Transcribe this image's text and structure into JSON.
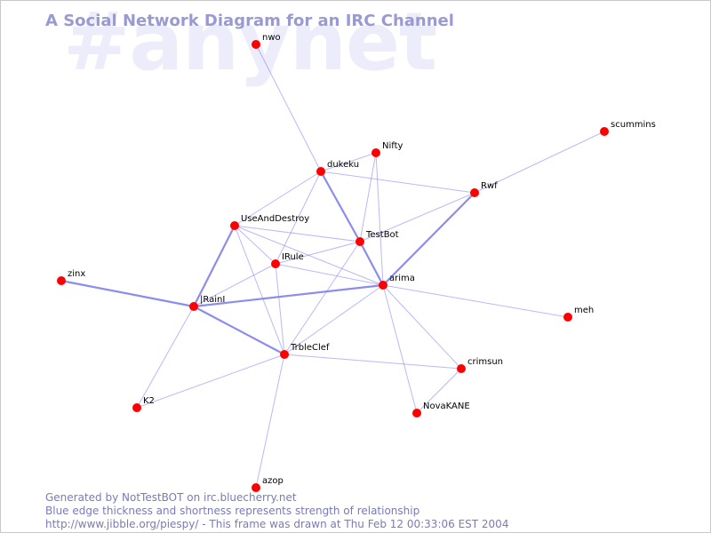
{
  "watermark": "#anynet",
  "title": "A Social Network Diagram for an IRC Channel",
  "footer": {
    "line1": "Generated by NotTestBOT on irc.bluecherry.net",
    "line2": "Blue edge thickness and shortness represents strength of relationship",
    "line3": "http://www.jibble.org/piespy/ - This frame was drawn at Thu Feb 12 00:33:06 EST 2004"
  },
  "colors": {
    "node": "#ff0000",
    "edge": "#8080ee"
  },
  "nodes": [
    {
      "id": "nwo",
      "label": "nwo"
    },
    {
      "id": "scummins",
      "label": "scummins"
    },
    {
      "id": "Nifty",
      "label": "Nifty"
    },
    {
      "id": "dukeku",
      "label": "dukeku"
    },
    {
      "id": "Rwf",
      "label": "Rwf"
    },
    {
      "id": "UseAndDestroy",
      "label": "UseAndDestroy"
    },
    {
      "id": "TestBot",
      "label": "TestBot"
    },
    {
      "id": "IRule",
      "label": "IRule"
    },
    {
      "id": "zinx",
      "label": "zinx"
    },
    {
      "id": "arima",
      "label": "arima"
    },
    {
      "id": "IRainI",
      "label": "|RainI"
    },
    {
      "id": "meh",
      "label": "meh"
    },
    {
      "id": "TrbleClef",
      "label": "TrbleClef"
    },
    {
      "id": "crimsun",
      "label": "crimsun"
    },
    {
      "id": "K2",
      "label": "K2"
    },
    {
      "id": "NovaKANE",
      "label": "NovaKANE"
    },
    {
      "id": "azop",
      "label": "azop"
    }
  ],
  "edges": [
    {
      "source": "nwo",
      "target": "dukeku",
      "weight": 1
    },
    {
      "source": "scummins",
      "target": "Rwf",
      "weight": 1
    },
    {
      "source": "dukeku",
      "target": "TestBot",
      "weight": 2
    },
    {
      "source": "dukeku",
      "target": "Rwf",
      "weight": 1
    },
    {
      "source": "dukeku",
      "target": "UseAndDestroy",
      "weight": 1
    },
    {
      "source": "dukeku",
      "target": "IRule",
      "weight": 1
    },
    {
      "source": "Nifty",
      "target": "dukeku",
      "weight": 1
    },
    {
      "source": "Nifty",
      "target": "TestBot",
      "weight": 1
    },
    {
      "source": "Nifty",
      "target": "arima",
      "weight": 1
    },
    {
      "source": "Rwf",
      "target": "arima",
      "weight": 2
    },
    {
      "source": "Rwf",
      "target": "TestBot",
      "weight": 1
    },
    {
      "source": "UseAndDestroy",
      "target": "TestBot",
      "weight": 1
    },
    {
      "source": "UseAndDestroy",
      "target": "IRule",
      "weight": 1
    },
    {
      "source": "UseAndDestroy",
      "target": "IRainI",
      "weight": 2
    },
    {
      "source": "UseAndDestroy",
      "target": "TrbleClef",
      "weight": 1
    },
    {
      "source": "UseAndDestroy",
      "target": "arima",
      "weight": 1
    },
    {
      "source": "TestBot",
      "target": "arima",
      "weight": 2
    },
    {
      "source": "TestBot",
      "target": "IRule",
      "weight": 1
    },
    {
      "source": "TestBot",
      "target": "TrbleClef",
      "weight": 1
    },
    {
      "source": "IRule",
      "target": "IRainI",
      "weight": 1
    },
    {
      "source": "IRule",
      "target": "TrbleClef",
      "weight": 1
    },
    {
      "source": "IRule",
      "target": "arima",
      "weight": 1
    },
    {
      "source": "zinx",
      "target": "IRainI",
      "weight": 2
    },
    {
      "source": "IRainI",
      "target": "arima",
      "weight": 2
    },
    {
      "source": "IRainI",
      "target": "TrbleClef",
      "weight": 2
    },
    {
      "source": "IRainI",
      "target": "K2",
      "weight": 1
    },
    {
      "source": "arima",
      "target": "meh",
      "weight": 1
    },
    {
      "source": "arima",
      "target": "TrbleClef",
      "weight": 1
    },
    {
      "source": "arima",
      "target": "NovaKANE",
      "weight": 1
    },
    {
      "source": "arima",
      "target": "crimsun",
      "weight": 1
    },
    {
      "source": "TrbleClef",
      "target": "crimsun",
      "weight": 1
    },
    {
      "source": "TrbleClef",
      "target": "K2",
      "weight": 1
    },
    {
      "source": "TrbleClef",
      "target": "azop",
      "weight": 1
    },
    {
      "source": "crimsun",
      "target": "NovaKANE",
      "weight": 1
    }
  ]
}
